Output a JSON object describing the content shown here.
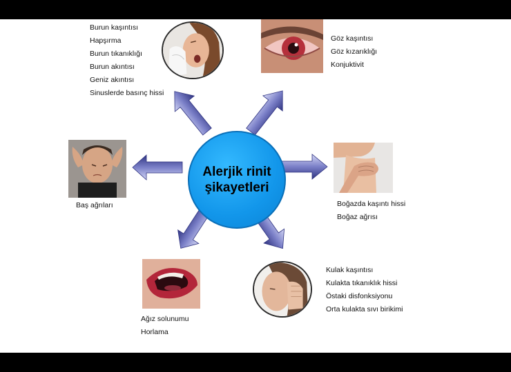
{
  "center": {
    "line1": "Alerjik rinit",
    "line2": "şikayetleri"
  },
  "groups": {
    "nose": [
      "Burun kaşıntısı",
      "Hapşırma",
      "Burun tıkanıklığı",
      "Burun  akıntısı",
      "Geniz akıntısı",
      "Sinuslerde basınç hissi"
    ],
    "eye": [
      "Göz kaşıntısı",
      "Göz kızarıklığı",
      "Konjuktivit"
    ],
    "throat": [
      "Boğazda kaşıntı hissi",
      "Boğaz ağrısı"
    ],
    "ear": [
      "Kulak kaşıntısı",
      "Kulakta tıkanıklık hissi",
      "Östaki disfonksiyonu",
      "Orta kulakta sıvı birikimi"
    ],
    "mouth": [
      "Ağız solunumu",
      "Horlama"
    ],
    "head": [
      "Baş ağrıları"
    ]
  },
  "colors": {
    "hub": "#1296ea",
    "arrow_light": "#c9ccee",
    "arrow_dark": "#3b3f8f",
    "background": "#ffffff",
    "frame": "#000000"
  }
}
